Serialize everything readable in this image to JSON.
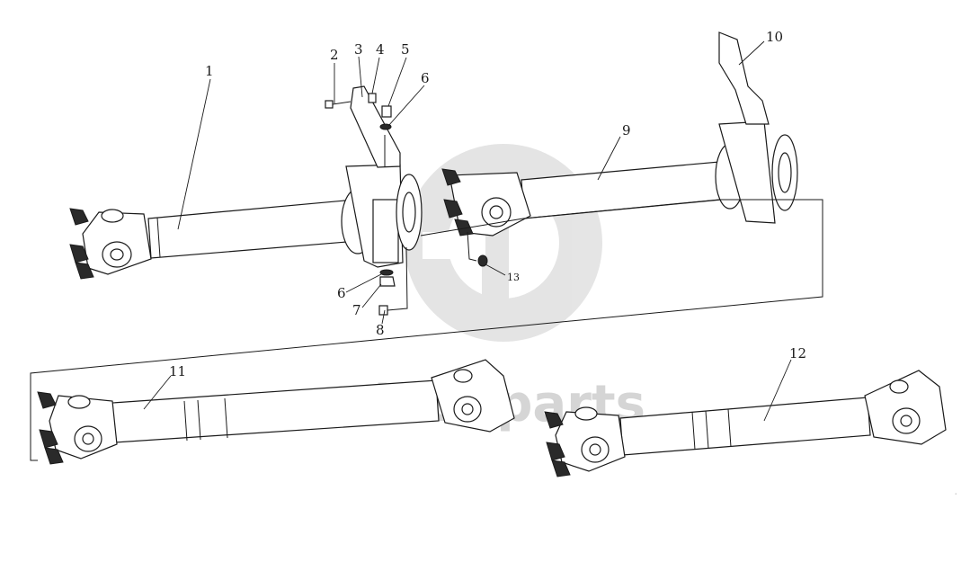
{
  "callouts": [
    {
      "id": "1",
      "label": "1"
    },
    {
      "id": "2",
      "label": "2"
    },
    {
      "id": "3",
      "label": "3"
    },
    {
      "id": "4",
      "label": "4"
    },
    {
      "id": "5",
      "label": "5"
    },
    {
      "id": "6a",
      "label": "6"
    },
    {
      "id": "6b",
      "label": "6"
    },
    {
      "id": "7",
      "label": "7"
    },
    {
      "id": "8",
      "label": "8"
    },
    {
      "id": "9",
      "label": "9"
    },
    {
      "id": "10",
      "label": "10"
    },
    {
      "id": "11",
      "label": "11"
    },
    {
      "id": "12",
      "label": "12"
    },
    {
      "id": "13",
      "label": "13"
    }
  ],
  "watermark": {
    "text": "datc  parts",
    "color": "#c8c8c8"
  },
  "colors": {
    "line": "#1a1a1a",
    "background": "#ffffff",
    "watermark": "#c8c8c8"
  }
}
